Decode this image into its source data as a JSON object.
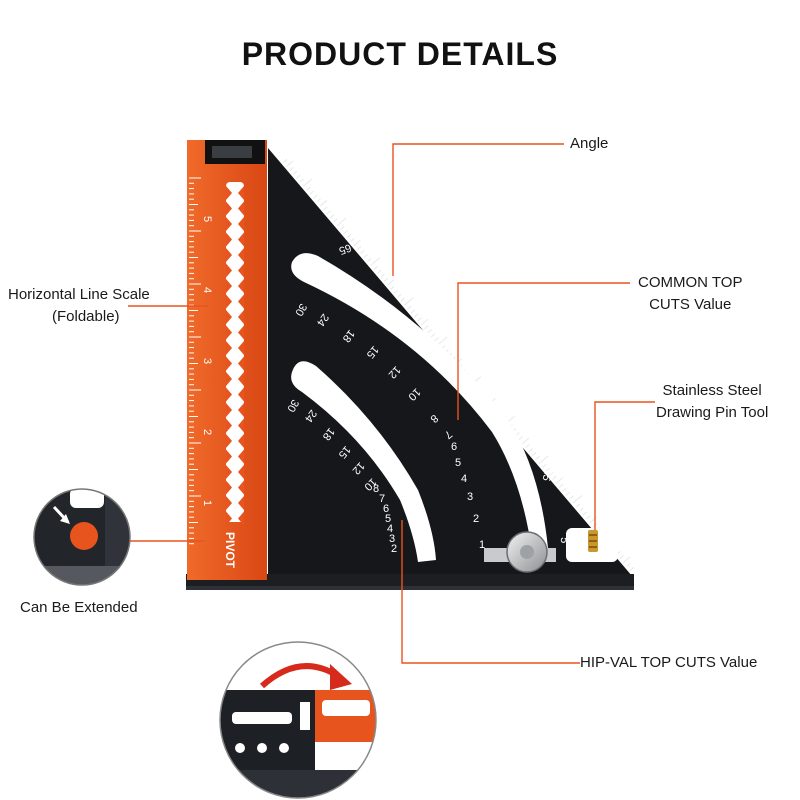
{
  "title": "PRODUCT DETAILS",
  "labels": {
    "horizontal_scale": "Horizontal Line Scale",
    "horizontal_scale_sub": "(Foldable)",
    "can_extend": "Can Be Extended",
    "angle": "Angle",
    "common_top_1": "COMMON TOP",
    "common_top_2": "CUTS Value",
    "stainless_1": "Stainless Steel",
    "stainless_2": "Drawing Pin Tool",
    "hip_val": "HIP-VAL TOP CUTS Value"
  },
  "ruler_marks": {
    "arm": [
      "1",
      "2",
      "3",
      "4",
      "5"
    ],
    "pivot": "PIVOT",
    "angle_degrees": [
      "65",
      "55",
      "45",
      "35",
      "25",
      "15",
      "5"
    ],
    "common_outer": [
      "30",
      "24",
      "18",
      "15",
      "12",
      "10",
      "8",
      "7",
      "6",
      "5",
      "4",
      "3",
      "2",
      "1"
    ],
    "hip_inner": [
      "30",
      "24",
      "18",
      "15",
      "12",
      "10",
      "8",
      "7",
      "6",
      "5",
      "4",
      "3",
      "2"
    ]
  },
  "colors": {
    "accent": "#e8541e",
    "body": "#15171a",
    "callout_line": "#e8541e"
  },
  "icons": [
    "drawing-pin-icon",
    "extend-arrow-icon",
    "pivot-knob-icon"
  ]
}
